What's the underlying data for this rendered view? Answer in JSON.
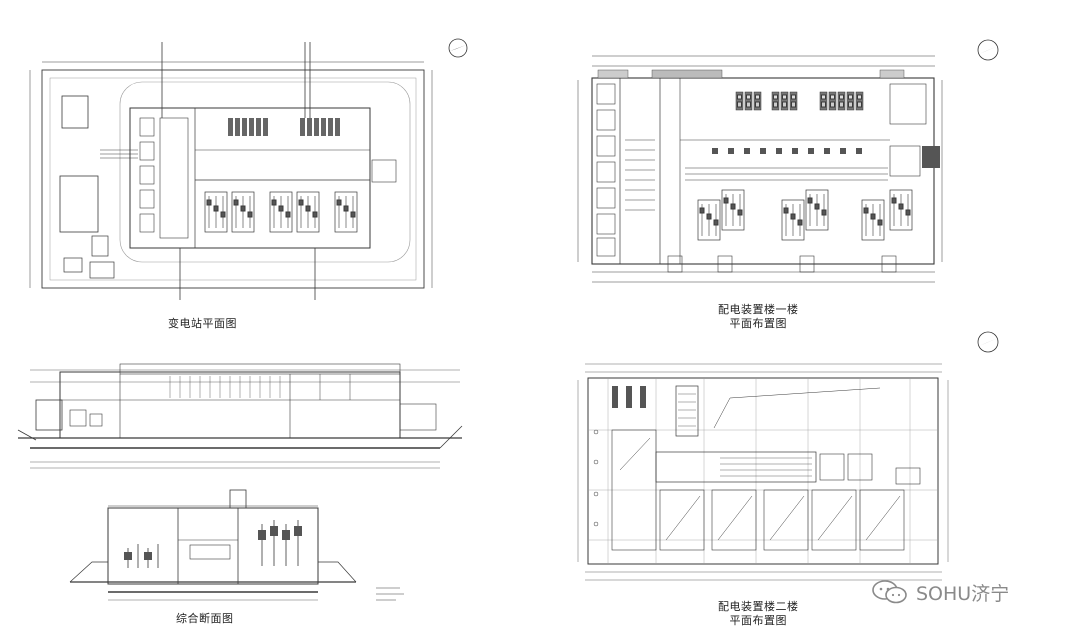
{
  "captions": {
    "site_plan": "变电站平面图",
    "floor1_line1": "配电装置楼一楼",
    "floor1_line2": "平面布置图",
    "section": "综合断面图",
    "floor2_line1": "配电装置楼二楼",
    "floor2_line2": "平面布置图"
  },
  "watermark": {
    "text": "SOHU济宁",
    "icon": "chat-bubble-icon"
  },
  "icons": {
    "compass": "north-arrow-icon"
  },
  "colors": {
    "line": "#3a3a3a",
    "light_line": "#9a9a9a",
    "watermark": "#8a8a8a"
  }
}
